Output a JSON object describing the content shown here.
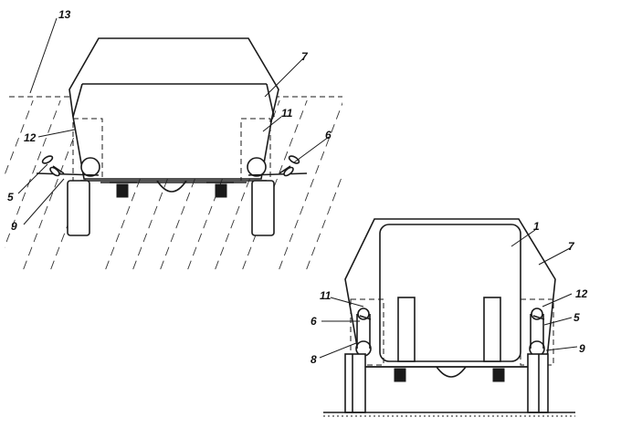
{
  "figure_left": {
    "labels": {
      "l13": "13",
      "l7": "7",
      "l11": "11",
      "l12": "12",
      "l6": "6",
      "l5": "5",
      "l9": "9"
    }
  },
  "figure_right": {
    "labels": {
      "l1": "1",
      "l7": "7",
      "l11": "11",
      "l12": "12",
      "l6": "6",
      "l5": "5",
      "l8": "8",
      "l9": "9"
    }
  },
  "colors": {
    "ink": "#1a1a1a",
    "paper": "#ffffff"
  }
}
